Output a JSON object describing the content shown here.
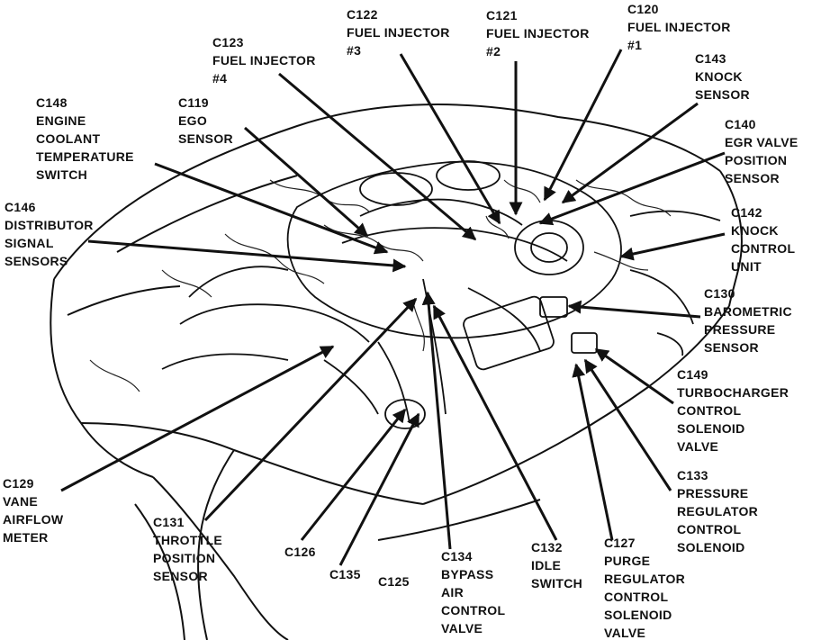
{
  "title": "Engine compartment connector locator",
  "colors": {
    "ink": "#111111",
    "paper": "#ffffff"
  },
  "labels": [
    {
      "id": "c120",
      "lines": [
        "C120",
        "FUEL INJECTOR",
        "#1"
      ]
    },
    {
      "id": "c121",
      "lines": [
        "C121",
        "FUEL INJECTOR",
        "#2"
      ]
    },
    {
      "id": "c122",
      "lines": [
        "C122",
        "FUEL INJECTOR",
        "#3"
      ]
    },
    {
      "id": "c123",
      "lines": [
        "C123",
        "FUEL INJECTOR",
        "#4"
      ]
    },
    {
      "id": "c143",
      "lines": [
        "C143",
        "KNOCK",
        "SENSOR"
      ]
    },
    {
      "id": "c148",
      "lines": [
        "C148",
        "ENGINE",
        "COOLANT",
        "TEMPERATURE",
        "SWITCH"
      ]
    },
    {
      "id": "c119",
      "lines": [
        "C119",
        "EGO",
        "SENSOR"
      ]
    },
    {
      "id": "c140",
      "lines": [
        "C140",
        "EGR VALVE",
        "POSITION",
        "SENSOR"
      ]
    },
    {
      "id": "c146",
      "lines": [
        "C146",
        "DISTRIBUTOR",
        "SIGNAL",
        "SENSORS"
      ]
    },
    {
      "id": "c142",
      "lines": [
        "C142",
        "KNOCK",
        "CONTROL",
        "UNIT"
      ]
    },
    {
      "id": "c130",
      "lines": [
        "C130",
        "BAROMETRIC",
        "PRESSURE",
        "SENSOR"
      ]
    },
    {
      "id": "c149",
      "lines": [
        "C149",
        "TURBOCHARGER",
        "CONTROL",
        "SOLENOID",
        "VALVE"
      ]
    },
    {
      "id": "c133",
      "lines": [
        "C133",
        "PRESSURE",
        "REGULATOR",
        "CONTROL",
        "SOLENOID"
      ]
    },
    {
      "id": "c129",
      "lines": [
        "C129",
        "VANE",
        "AIRFLOW",
        "METER"
      ]
    },
    {
      "id": "c131",
      "lines": [
        "C131",
        "THROTTLE",
        "POSITION",
        "SENSOR"
      ]
    },
    {
      "id": "c126",
      "lines": [
        "C126"
      ]
    },
    {
      "id": "c135",
      "lines": [
        "C135"
      ]
    },
    {
      "id": "c125",
      "lines": [
        "C125"
      ]
    },
    {
      "id": "c134",
      "lines": [
        "C134",
        "BYPASS",
        "AIR",
        "CONTROL",
        "VALVE"
      ]
    },
    {
      "id": "c132",
      "lines": [
        "C132",
        "IDLE",
        "SWITCH"
      ]
    },
    {
      "id": "c127",
      "lines": [
        "C127",
        "PURGE",
        "REGULATOR",
        "CONTROL",
        "SOLENOID",
        "VALVE"
      ]
    }
  ]
}
